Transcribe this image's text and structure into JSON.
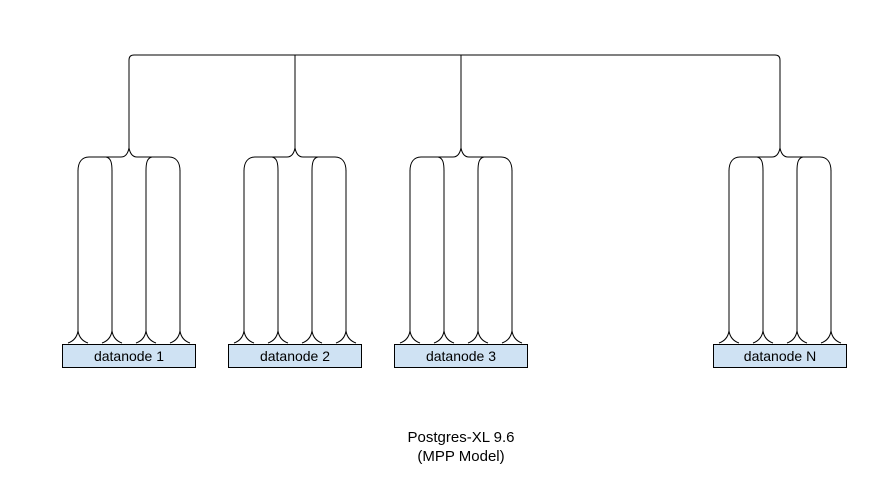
{
  "diagram": {
    "nodes": [
      {
        "label": "datanode 1"
      },
      {
        "label": "datanode 2"
      },
      {
        "label": "datanode 3"
      },
      {
        "label": "datanode N"
      }
    ],
    "caption": {
      "line1": "Postgres-XL 9.6",
      "line2": "(MPP Model)"
    },
    "colors": {
      "node_fill": "#cfe2f3",
      "node_border": "#000000",
      "connector_line": "#000000",
      "background": "#ffffff"
    }
  }
}
